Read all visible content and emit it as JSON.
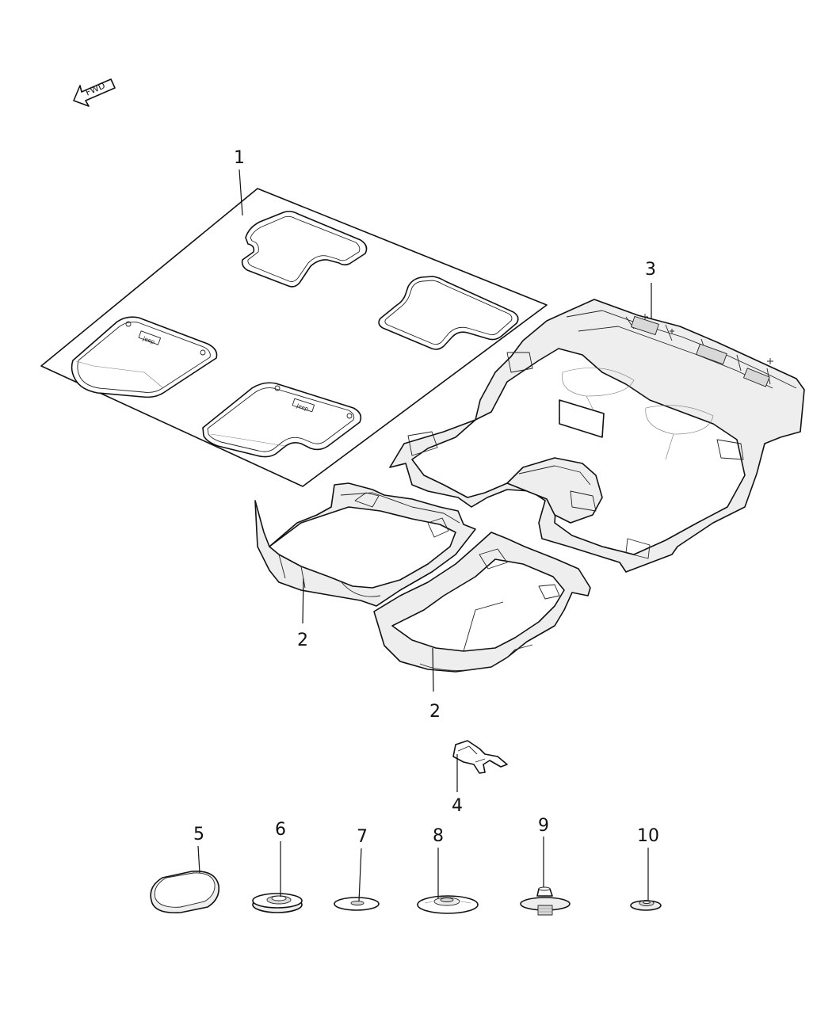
{
  "direction_indicator": {
    "label": "FWD"
  },
  "mat_logo_text": "Jeep",
  "callouts": [
    {
      "id": "1",
      "label": "1"
    },
    {
      "id": "2a",
      "label": "2"
    },
    {
      "id": "2b",
      "label": "2"
    },
    {
      "id": "3",
      "label": "3"
    },
    {
      "id": "4",
      "label": "4"
    },
    {
      "id": "5",
      "label": "5"
    },
    {
      "id": "6",
      "label": "6"
    },
    {
      "id": "7",
      "label": "7"
    },
    {
      "id": "8",
      "label": "8"
    },
    {
      "id": "9",
      "label": "9"
    },
    {
      "id": "10",
      "label": "10"
    }
  ]
}
